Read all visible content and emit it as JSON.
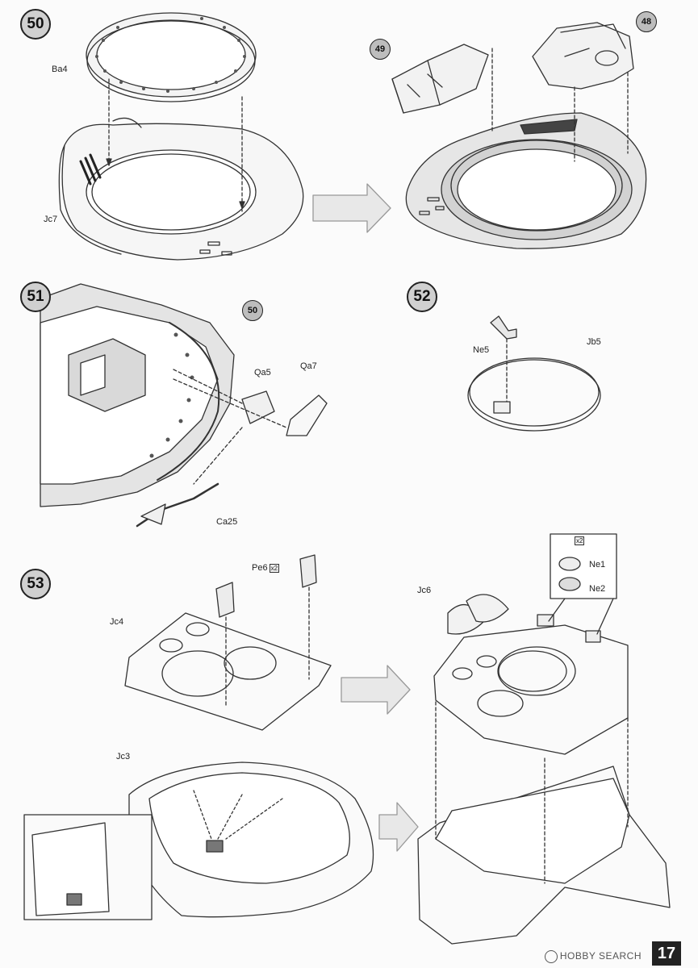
{
  "steps": [
    "50",
    "51",
    "52",
    "53"
  ],
  "refs": {
    "r49": "49",
    "r48": "48",
    "r50": "50"
  },
  "labels": {
    "ba4": "Ba4",
    "jc7": "Jc7",
    "qa5": "Qa5",
    "qa7": "Qa7",
    "ca25": "Ca25",
    "ne5": "Ne5",
    "jb5": "Jb5",
    "pe6": "Pe6",
    "jc4": "Jc4",
    "jc3": "Jc3",
    "jc6": "Jc6",
    "ne1": "Ne1",
    "ne2": "Ne2"
  },
  "multipliers": {
    "pe6": "x2",
    "ne": "x2"
  },
  "page_number": "17",
  "watermark": "HOBBY SEARCH"
}
